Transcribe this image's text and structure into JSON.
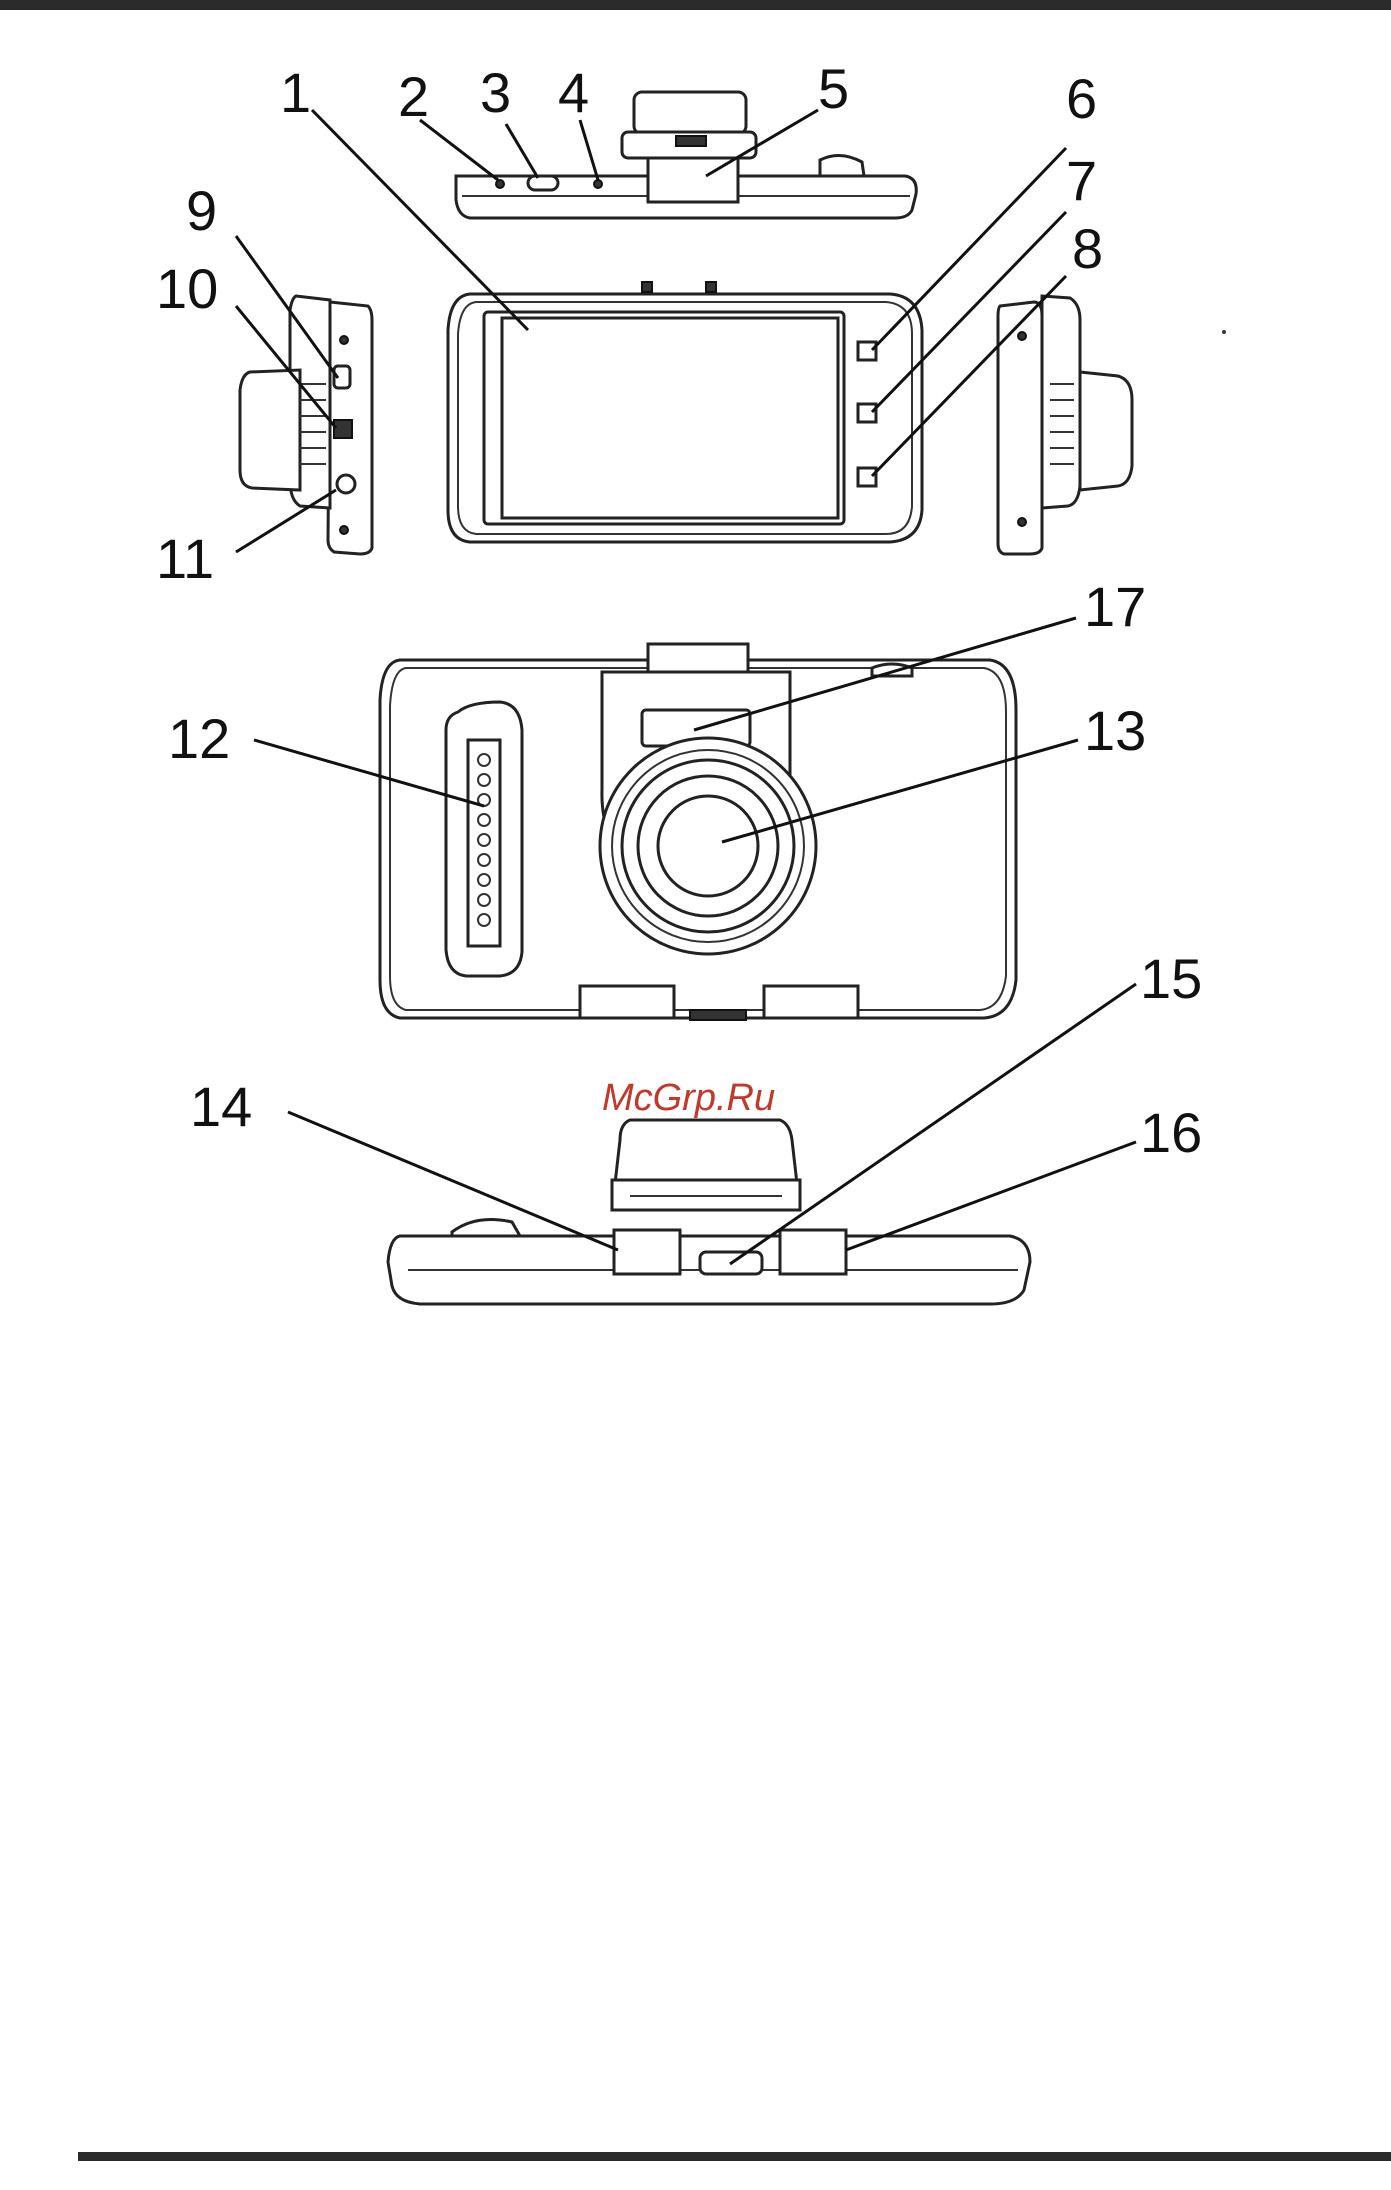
{
  "callouts": [
    {
      "id": "1",
      "label": "1"
    },
    {
      "id": "2",
      "label": "2"
    },
    {
      "id": "3",
      "label": "3"
    },
    {
      "id": "4",
      "label": "4"
    },
    {
      "id": "5",
      "label": "5"
    },
    {
      "id": "6",
      "label": "6"
    },
    {
      "id": "7",
      "label": "7"
    },
    {
      "id": "8",
      "label": "8"
    },
    {
      "id": "9",
      "label": "9"
    },
    {
      "id": "10",
      "label": "10"
    },
    {
      "id": "11",
      "label": "11"
    },
    {
      "id": "12",
      "label": "12"
    },
    {
      "id": "13",
      "label": "13"
    },
    {
      "id": "14",
      "label": "14"
    },
    {
      "id": "15",
      "label": "15"
    },
    {
      "id": "16",
      "label": "16"
    },
    {
      "id": "17",
      "label": "17"
    }
  ],
  "watermark": "McGrp.Ru"
}
